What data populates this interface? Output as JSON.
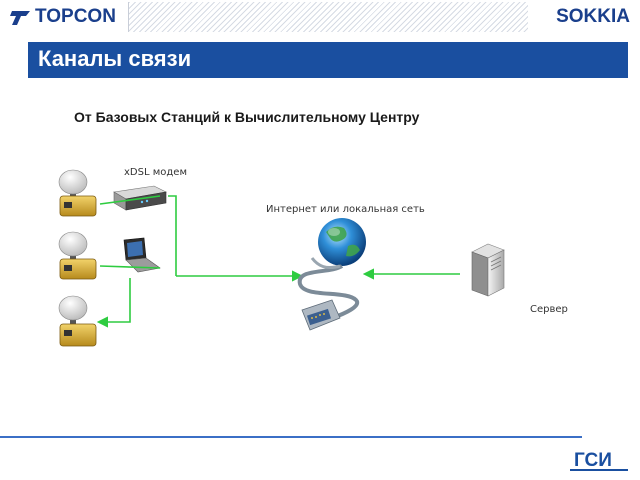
{
  "header": {
    "left_logo": "TOPCON",
    "right_logo": "SOKKIA"
  },
  "title": "Каналы связи",
  "subtitle": "От Базовых Станций к Вычислительному Центру",
  "labels": {
    "modem": "xDSL модем",
    "internet": "Интернет или локальная сеть",
    "server": "Сервер"
  },
  "footer_logo": "ГСИ",
  "colors": {
    "brand_blue": "#1a4fa0",
    "link_green": "#2ecc40"
  },
  "icons": [
    "gnss-receiver-icon",
    "modem-icon",
    "laptop-icon",
    "globe-icon",
    "network-cable-icon",
    "server-icon"
  ]
}
